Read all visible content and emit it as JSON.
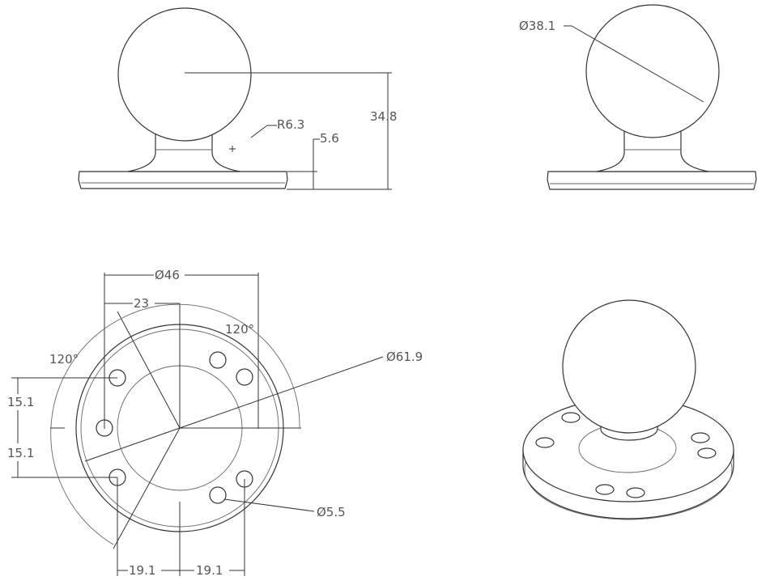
{
  "drawing": {
    "views": [
      "front-view",
      "side-view",
      "top-view",
      "isometric-view"
    ],
    "dimensions": {
      "sphere_height": "34.8",
      "fillet_radius": "R6.3",
      "base_thickness": "5.6",
      "ball_diameter": "Ø38.1",
      "bolt_circle_diameter": "Ø46",
      "bolt_circle_radius": "23",
      "angle_top": "120°",
      "angle_left": "120°",
      "base_diameter": "Ø61.9",
      "offset_upper": "15.1",
      "offset_lower": "15.1",
      "hole_diameter": "Ø5.5",
      "spacing_left": "19.1",
      "spacing_right": "19.1"
    },
    "line_color": "#333333",
    "text_color": "#555555"
  }
}
